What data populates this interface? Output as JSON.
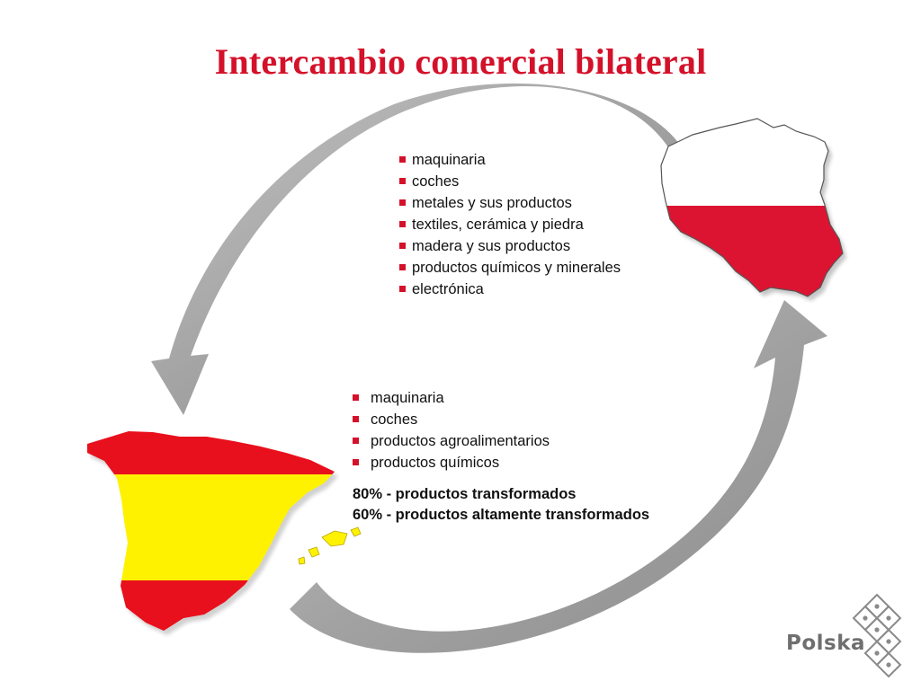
{
  "title": "Intercambio comercial bilateral",
  "poland_exports": [
    "maquinaria",
    "coches",
    "metales y sus productos",
    "textiles, cerámica y piedra",
    "madera y sus productos",
    "productos químicos y minerales",
    "electrónica"
  ],
  "spain_exports": [
    "maquinaria",
    "coches",
    "productos agroalimentarios",
    "productos químicos"
  ],
  "stats": [
    "80% - productos transformados",
    "60% - productos altamente transformados"
  ],
  "logo": {
    "text": "Polska"
  },
  "colors": {
    "title_red": "#d4112a",
    "bullet_red": "#d4112a",
    "arrow_gray": "#a3a3a3",
    "poland_white": "#ffffff",
    "poland_red": "#dc1431",
    "spain_red": "#e8101c",
    "spain_yellow": "#fff200"
  },
  "icons": {
    "poland_map": "poland-flag-map-icon",
    "spain_map": "spain-flag-map-icon",
    "logo_mark": "polska-logo-icon"
  }
}
